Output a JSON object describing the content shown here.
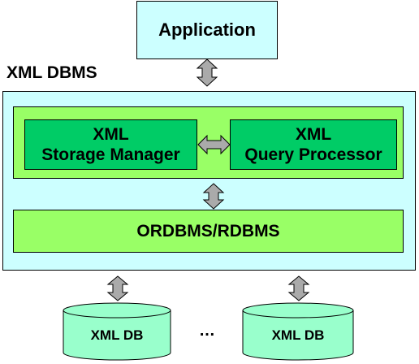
{
  "application": {
    "label": "Application"
  },
  "dbms": {
    "label": "XML DBMS"
  },
  "storage_manager": {
    "line1": "XML",
    "line2": "Storage Manager"
  },
  "query_processor": {
    "line1": "XML",
    "line2": "Query Processor"
  },
  "rdbms": {
    "label": "ORDBMS/RDBMS"
  },
  "databases": [
    {
      "label": "XML DB"
    },
    {
      "label": "XML DB"
    }
  ],
  "ellipsis": "…",
  "colors": {
    "cyan": "#ccffff",
    "light_green": "#99ff66",
    "green": "#00cc66",
    "cylinder": "#99ffcc",
    "arrow": "#aaaaaa"
  }
}
